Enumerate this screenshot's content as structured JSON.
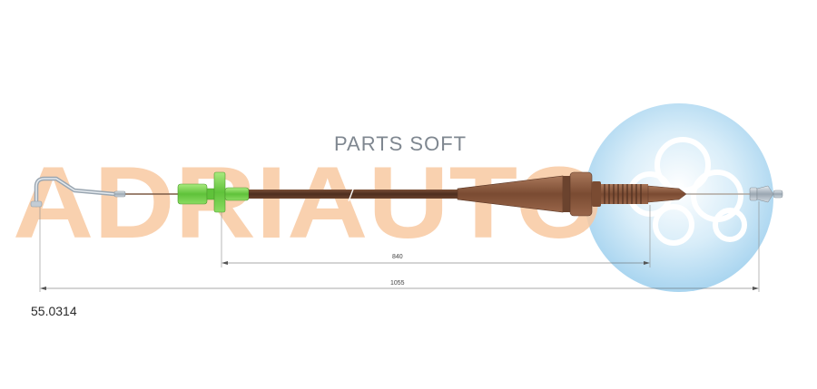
{
  "logo_text": "ADRIAUTO",
  "watermark": "PARTS SOFT",
  "part_number": "55.0314",
  "dimensions": {
    "inner": "840",
    "overall": "1055"
  },
  "colors": {
    "logo_orange": "#f8c9a2",
    "badge_blue": "#a9d5ef",
    "sheath_brown": "#5b3726",
    "fitting_brown": "#8a5a3c",
    "clip_green": "#7fd35a",
    "steel": "#b9c3cd"
  }
}
